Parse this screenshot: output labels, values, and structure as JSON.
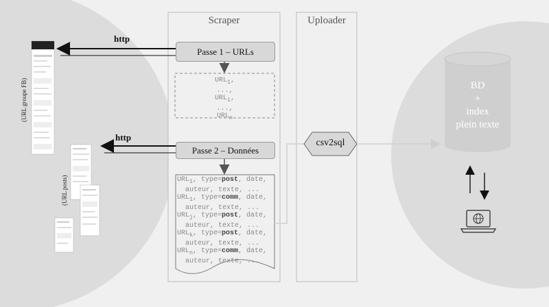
{
  "columns": {
    "scraper": "Scraper",
    "uploader": "Uploader"
  },
  "pass1": {
    "label": "Passe 1 – URLs",
    "http": "http",
    "urls": [
      "URL1,",
      "...,",
      "URLi,",
      "...,",
      "URLn"
    ]
  },
  "pass2": {
    "label": "Passe 2 – Données",
    "http": "http",
    "rows": [
      {
        "url": "URL1",
        "type": "post"
      },
      {
        "url": "URL1",
        "type": "comm"
      },
      {
        "url": "URLj",
        "type": "post"
      },
      {
        "url": "URLk",
        "type": "post"
      },
      {
        "url": "URLn",
        "type": "comm"
      }
    ],
    "row_suffix": ", date,",
    "row_line2": "auteur, texte, ..."
  },
  "csv2sql": "csv2sql",
  "db": {
    "line1": "BD",
    "line2": "+",
    "line3": "index",
    "line4": "plein texte"
  },
  "left_labels": {
    "group": "(URL groupe FB)",
    "posts": "(URL posts)"
  }
}
